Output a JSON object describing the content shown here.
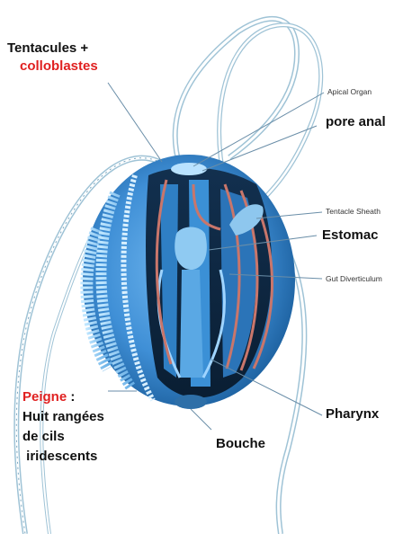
{
  "colors": {
    "accent_red": "#e02020",
    "label_text": "#111111",
    "body_blue": "#3f8fd6",
    "tentacle": "#9fc3d6",
    "canal": "#c9766b",
    "leader_line": "#6a8ea8"
  },
  "labels": {
    "tentacules_line1": "Tentacules +",
    "tentacules_line2": "colloblastes",
    "apical_organ": "Apical Organ",
    "pore_anal": "pore anal",
    "tentacle_sheath": "Tentacle Sheath",
    "estomac": "Estomac",
    "gut_diverticulum": "Gut Diverticulum",
    "pharynx": "Pharynx",
    "bouche": "Bouche",
    "peigne": "Peigne",
    "peigne_colon": " :",
    "peigne_line2": "Huit rangées",
    "peigne_line3": "de cils",
    "peigne_line4": " iridescents"
  }
}
